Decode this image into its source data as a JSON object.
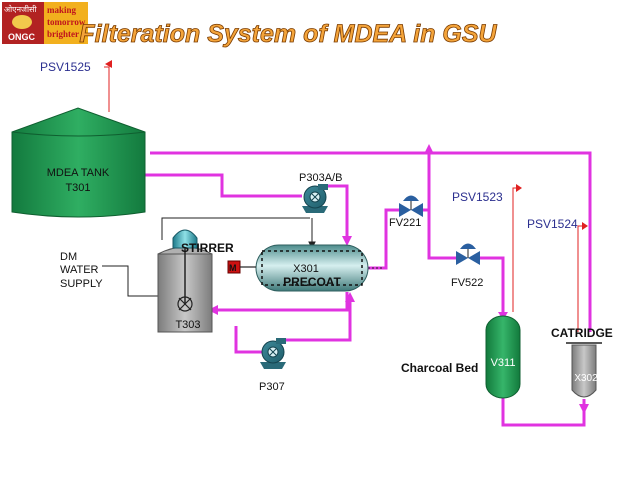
{
  "logo": {
    "hindi": "ओएनजीसी",
    "abbr": "ONGC",
    "tagline": [
      "making",
      "tomorrow",
      "brighter"
    ]
  },
  "title": "Filteration System of MDEA in GSU",
  "equipment": {
    "mdea_tank": {
      "line1": "MDEA TANK",
      "line2": "T301"
    },
    "psv1525": "PSV1525",
    "psv1523": "PSV1523",
    "psv1524": "PSV1524",
    "pump_p303": "P303A/B",
    "pump_p307": "P307",
    "fv221": "FV221",
    "fv522": "FV522",
    "stirrer": "STIRRER",
    "motor": "M",
    "t303": "T303",
    "x301": "X301",
    "precoat": "PRECOAT",
    "dm_water": [
      "DM",
      "WATER",
      "SUPPLY"
    ],
    "charcoal_bed": "Charcoal Bed",
    "v311": "V311",
    "catridge": "CATRIDGE",
    "x302": "X302"
  },
  "colors": {
    "process_line": "#e033e0",
    "tank_green": "#1a8a4a",
    "vessel_grey": "#9a9a9a",
    "title_orange": "#f4a43a",
    "relief_red": "#e02020"
  }
}
